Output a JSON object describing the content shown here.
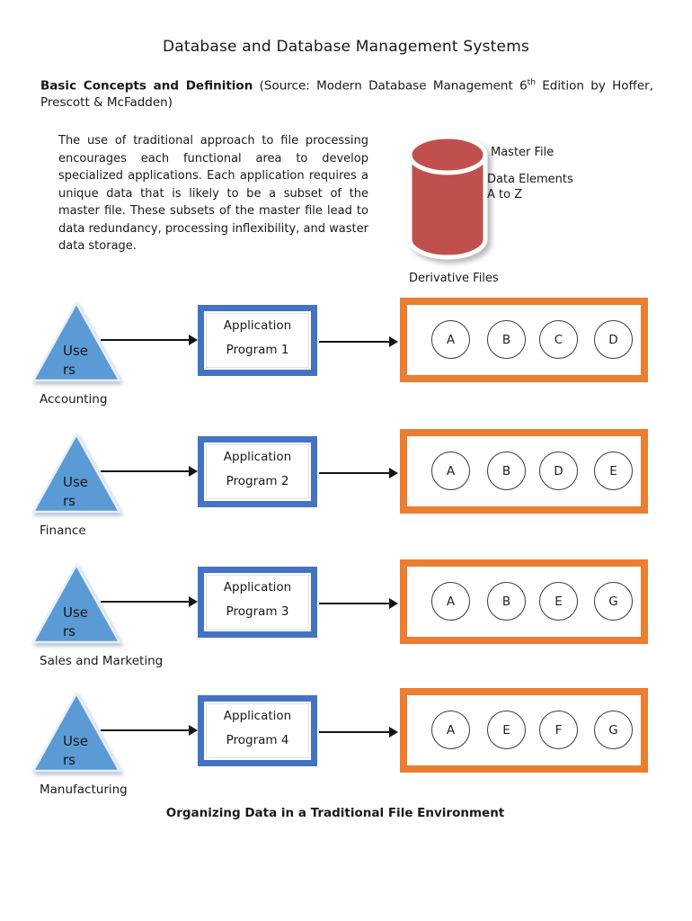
{
  "page": {
    "title": "Database and Database Management Systems",
    "heading": {
      "bold": "Basic Concepts and Definition",
      "rest1": " (Source: Modern Database Management 6",
      "sup": "th",
      "rest2": " Edition by Hoffer, Prescott & McFadden)"
    },
    "paragraph": "The use of traditional approach to file processing encourages each functional area to develop specialized applications. Each application requires a unique data that is likely to be a subset of the master file. These subsets of the master file lead to data redundancy, processing inflexibility, and waster data storage.",
    "caption": "Organizing Data in a Traditional File Environment"
  },
  "master_file": {
    "label": "Master File",
    "elements_line1": "Data Elements",
    "elements_line2": "A to Z"
  },
  "derivative_files_label": "Derivative Files",
  "users": {
    "line1": "Use",
    "line2": "rs"
  },
  "rows": [
    {
      "label": "Accounting",
      "program_line1": "Application",
      "program_line2": "Program 1",
      "files": [
        "A",
        "B",
        "C",
        "D"
      ]
    },
    {
      "label": "Finance",
      "program_line1": "Application",
      "program_line2": "Program 2",
      "files": [
        "A",
        "B",
        "D",
        "E"
      ]
    },
    {
      "label": "Sales and Marketing",
      "program_line1": "Application",
      "program_line2": "Program 3",
      "files": [
        "A",
        "B",
        "E",
        "G"
      ]
    },
    {
      "label": "Manufacturing",
      "program_line1": "Application",
      "program_line2": "Program 4",
      "files": [
        "A",
        "E",
        "F",
        "G"
      ]
    }
  ],
  "colors": {
    "triangle_blue": "#5B9BD5",
    "program_box_border_blue": "#4472C4",
    "derivative_box_border_orange": "#ED7D31",
    "master_file_red": "#C0504D"
  }
}
